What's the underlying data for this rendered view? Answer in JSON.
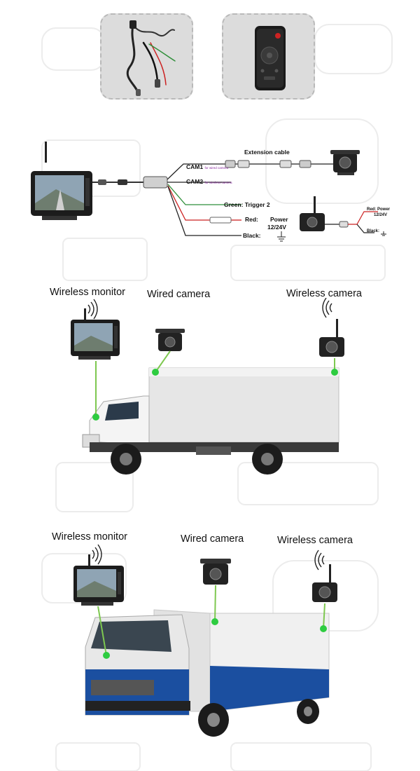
{
  "accessories": {
    "cable_alt": "cable-harness",
    "remote_alt": "remote-control"
  },
  "wiring": {
    "extension_cable": "Extension cable",
    "cam1": "CAM1",
    "cam1_note": "for wired camera",
    "cam2": "CAM2",
    "cam2_note": "for wireless camera",
    "green": "Green: Trigger 2",
    "red": "Red:",
    "power": "Power",
    "voltage": "12/24V",
    "black": "Black:",
    "cam_red": "Red: Power",
    "cam_voltage": "12/24V",
    "cam_black": "Black:"
  },
  "scene1": {
    "wireless_monitor": "Wireless monitor",
    "wired_camera": "Wired camera",
    "wireless_camera": "Wireless camera"
  },
  "scene2": {
    "wireless_monitor": "Wireless monitor",
    "wired_camera": "Wired camera",
    "wireless_camera": "Wireless camera"
  },
  "colors": {
    "tile": "#dcdcdc",
    "wire_green": "#2f8f3a",
    "wire_red": "#cc2222",
    "connector_green": "#9acd32",
    "dot_green": "#2ecc40",
    "truck_blue": "#1b4fa0"
  }
}
